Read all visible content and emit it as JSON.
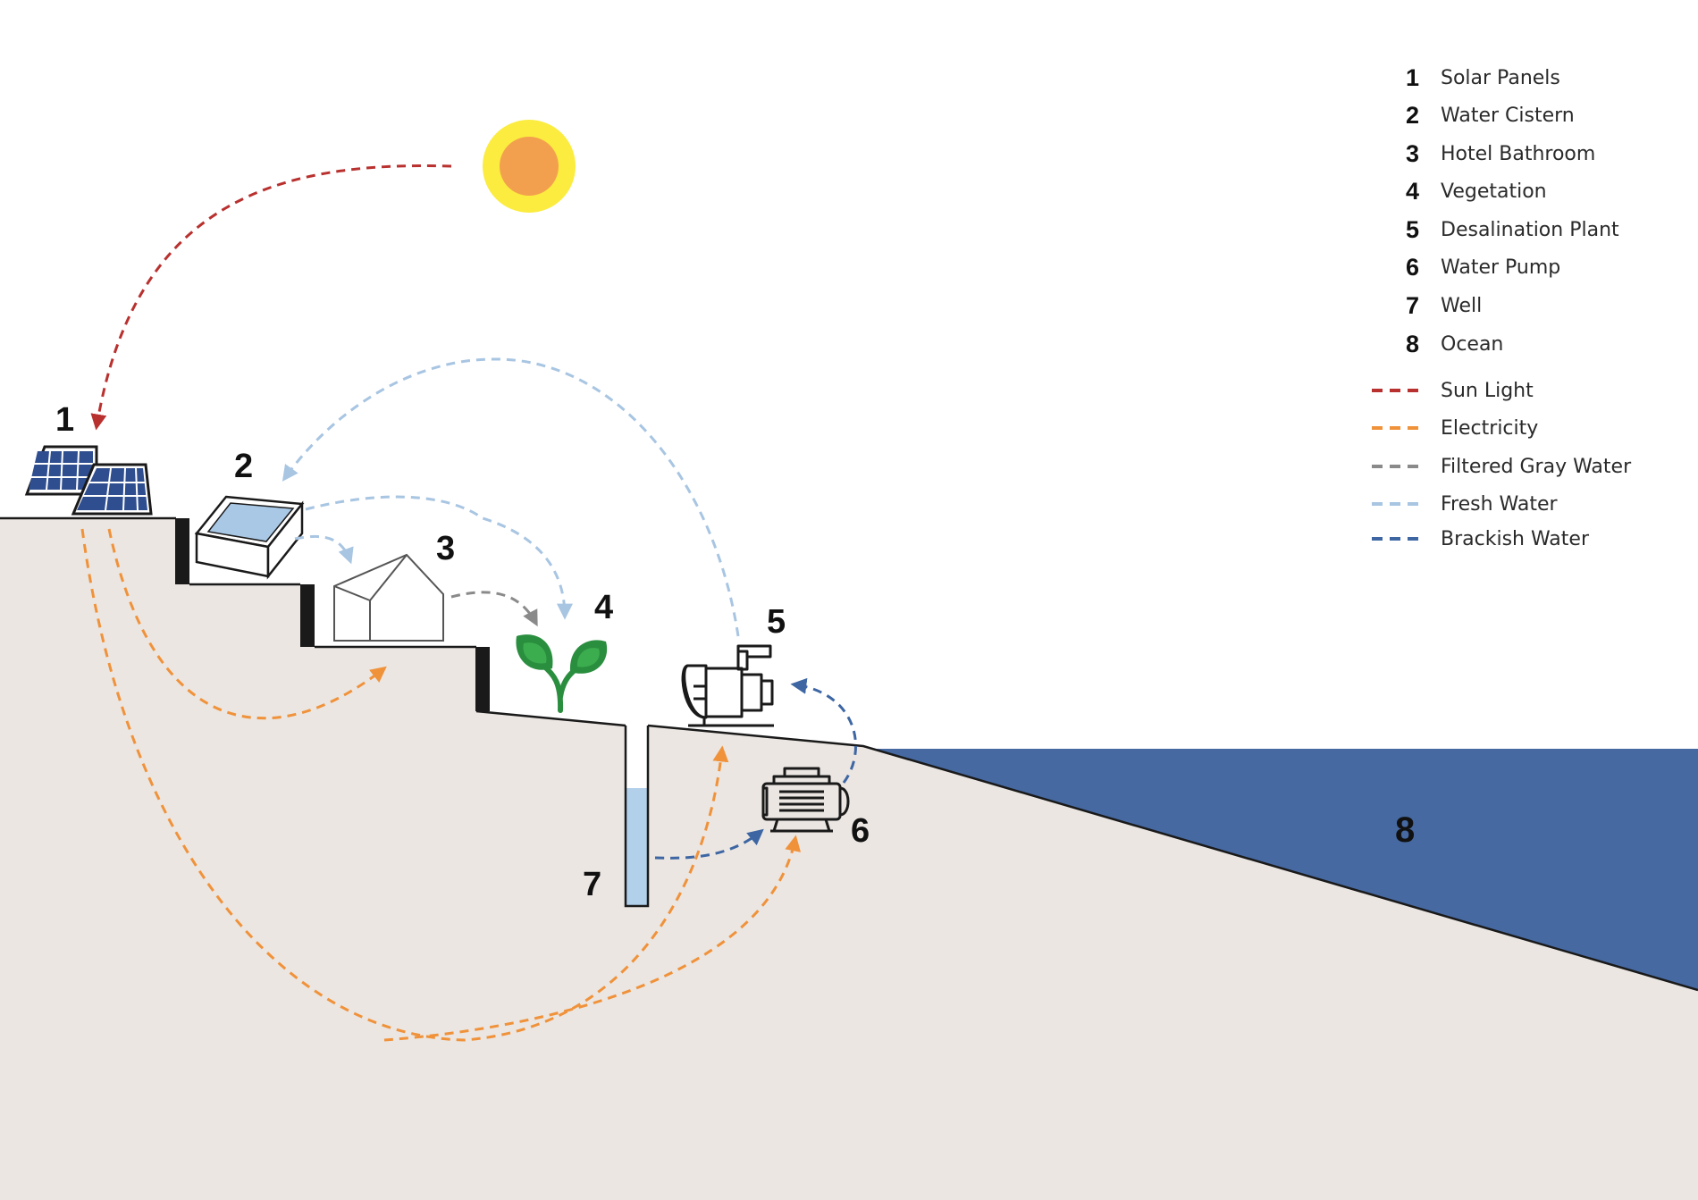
{
  "colors": {
    "ground": "#ebe6e2",
    "ocean": "#4669a2",
    "sun_outer": "#fbec3f",
    "sun_inner": "#f3a04e",
    "panel": "#2f4e8f",
    "well_water": "#b3d0ea",
    "cistern_water": "#a9c8e6",
    "leaf_dark": "#2a8e3f",
    "leaf_light": "#3cad4e",
    "sun_light": "#b8312f",
    "electricity": "#f0923a",
    "filtered_gray_water": "#8a8a8a",
    "fresh_water": "#a8c5e2",
    "brackish_water": "#3d66a3"
  },
  "labels": {
    "n1": "1",
    "n2": "2",
    "n3": "3",
    "n4": "4",
    "n5": "5",
    "n6": "6",
    "n7": "7",
    "n8": "8"
  },
  "legend": {
    "components": [
      {
        "num": "1",
        "label": "Solar Panels"
      },
      {
        "num": "2",
        "label": "Water Cistern"
      },
      {
        "num": "3",
        "label": "Hotel Bathroom"
      },
      {
        "num": "4",
        "label": "Vegetation"
      },
      {
        "num": "5",
        "label": "Desalination Plant"
      },
      {
        "num": "6",
        "label": "Water Pump"
      },
      {
        "num": "7",
        "label": "Well"
      },
      {
        "num": "8",
        "label": "Ocean"
      }
    ],
    "flows": [
      {
        "label": "Sun Light",
        "color": "#b8312f"
      },
      {
        "label": "Electricity",
        "color": "#f0923a"
      },
      {
        "label": "Filtered Gray Water",
        "color": "#8a8a8a"
      },
      {
        "label": "Fresh Water",
        "color": "#a8c5e2"
      },
      {
        "label": "Brackish Water",
        "color": "#3d66a3"
      }
    ]
  },
  "icons": [
    "sun-icon",
    "solar-panel-icon",
    "water-cistern-icon",
    "hotel-bathroom-icon",
    "vegetation-icon",
    "desalination-plant-icon",
    "water-pump-icon",
    "well-icon"
  ]
}
